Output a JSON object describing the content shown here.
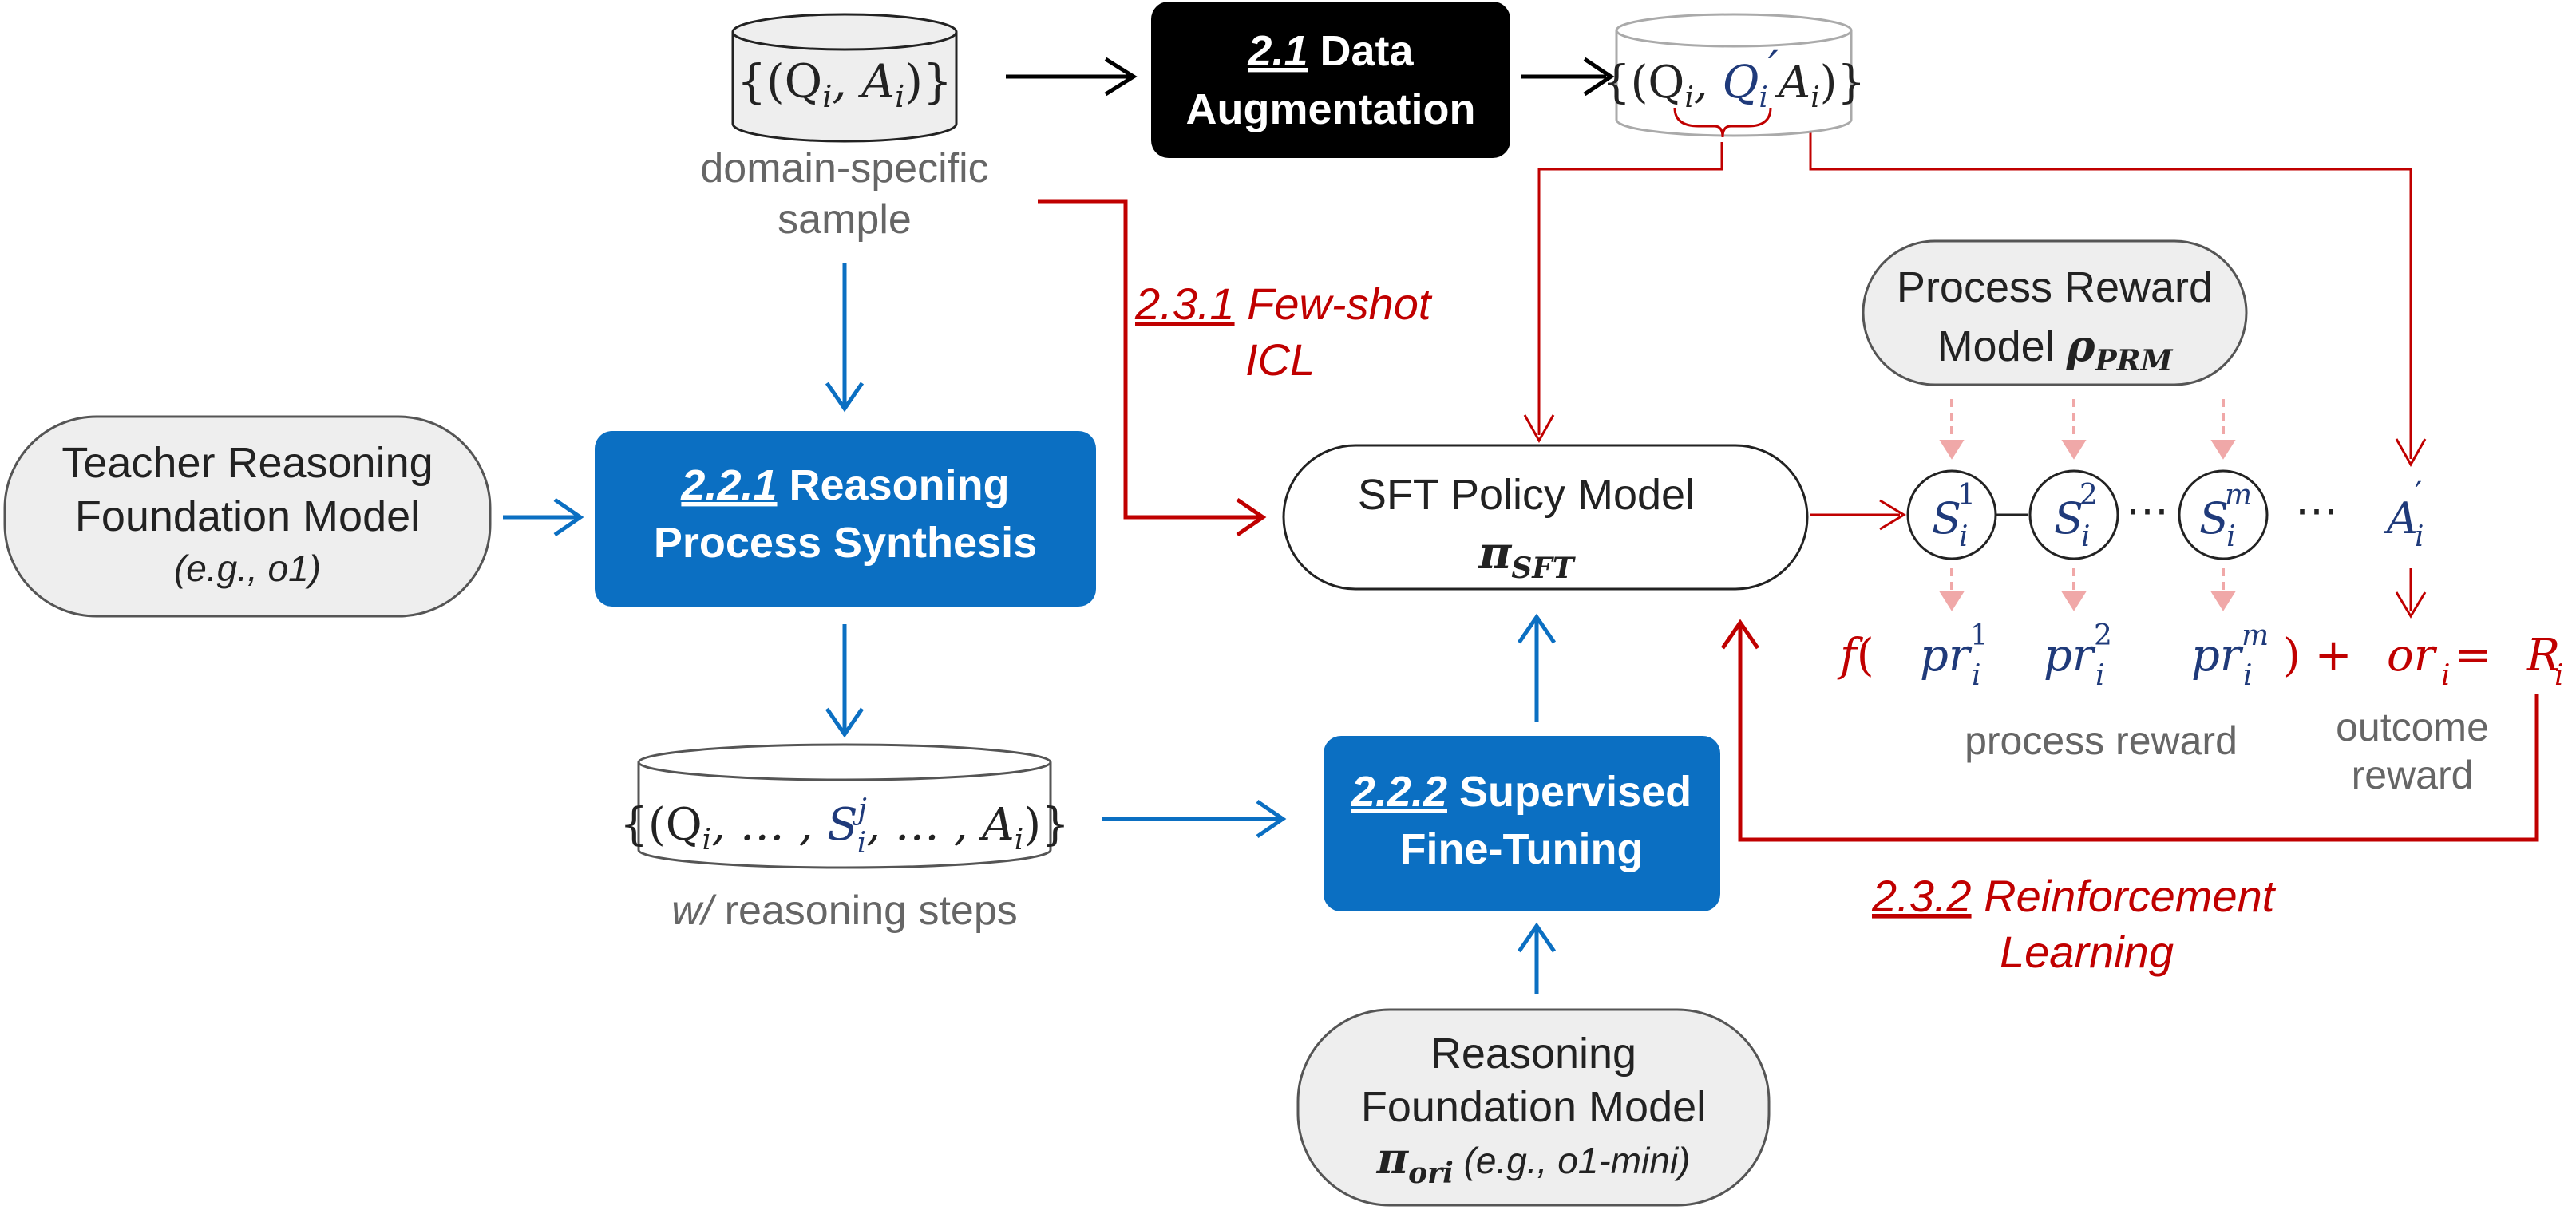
{
  "colors": {
    "blue_box": "#0b6fc2",
    "black_box": "#000000",
    "red": "#c00000",
    "pale_red": "#f0a8a8",
    "gray_fill": "#eeeeee",
    "math_blue": "#1f3a7a",
    "gray_text": "#666666"
  },
  "nodes": {
    "domain_sample": {
      "label": "{(Q",
      "sub": "i",
      "mid": ", A",
      "sub2": "i",
      "end": ")}",
      "caption_line1": "domain-specific",
      "caption_line2": "sample"
    },
    "data_aug": {
      "num": "2.1",
      "line1": "Data",
      "line2": "Augmentation"
    },
    "aug_db": {
      "open": "{(Q",
      "sub": "i",
      "comma": ", ",
      "q2": "Q",
      "q2sub": "i",
      "q2prime": "′",
      "a": "A",
      "asub": "i",
      "close": ")}"
    },
    "teacher": {
      "line1": "Teacher Reasoning",
      "line2": "Foundation Model",
      "line3": "(e.g., o1)"
    },
    "synthesis": {
      "num": "2.2.1",
      "line1": "Reasoning",
      "line2": "Process Synthesis"
    },
    "steps_db": {
      "open": "{(Q",
      "sub": "i",
      "dots1": ", … , ",
      "s": "S",
      "ssub": "i",
      "ssup": "j",
      "dots2": ", … , A",
      "asub": "i",
      "close": ")}",
      "caption_prefix": "w/",
      "caption_rest": " reasoning steps"
    },
    "sft_policy": {
      "line1": "SFT Policy Model",
      "pi": "π",
      "sub": "SFT"
    },
    "sft": {
      "num": "2.2.2",
      "line1": "Supervised",
      "line2": "Fine-Tuning"
    },
    "foundation": {
      "line1": "Reasoning",
      "line2": "Foundation Model",
      "pi": "π",
      "sub": "ori",
      "example": " (e.g., o1-mini)"
    },
    "prm": {
      "line1": "Process Reward",
      "line2": "Model ",
      "rho": "ρ",
      "sub": "PRM"
    }
  },
  "labels": {
    "fewshot": {
      "num": "2.3.1",
      "line1": " Few-shot",
      "line2": "ICL"
    },
    "rl": {
      "num": "2.3.2",
      "line1": " Reinforcement",
      "line2": "Learning"
    },
    "process_reward": "process reward",
    "outcome_reward_line1": "outcome",
    "outcome_reward_line2": "reward"
  },
  "steps": {
    "s1": {
      "base": "S",
      "sub": "i",
      "sup": "1"
    },
    "s2": {
      "base": "S",
      "sub": "i",
      "sup": "2"
    },
    "sm": {
      "base": "S",
      "sub": "i",
      "sup": "m"
    },
    "ellipsis1": "⋯",
    "ellipsis2": "⋯",
    "answer": {
      "base": "A",
      "sub": "i",
      "prime": "′"
    }
  },
  "reward_formula": {
    "f": "f",
    "paren_open": "( ",
    "pr1": "pr",
    "pr1_sub": "i",
    "pr1_sup": "1",
    "pr2": "pr",
    "pr2_sub": "i",
    "pr2_sup": "2",
    "prm": "pr",
    "prm_sub": "i",
    "prm_sup": "m",
    "tail": ") + ",
    "or": "or",
    "or_sub": "i",
    "eq": " = ",
    "R": "R",
    "R_sub": "i"
  }
}
